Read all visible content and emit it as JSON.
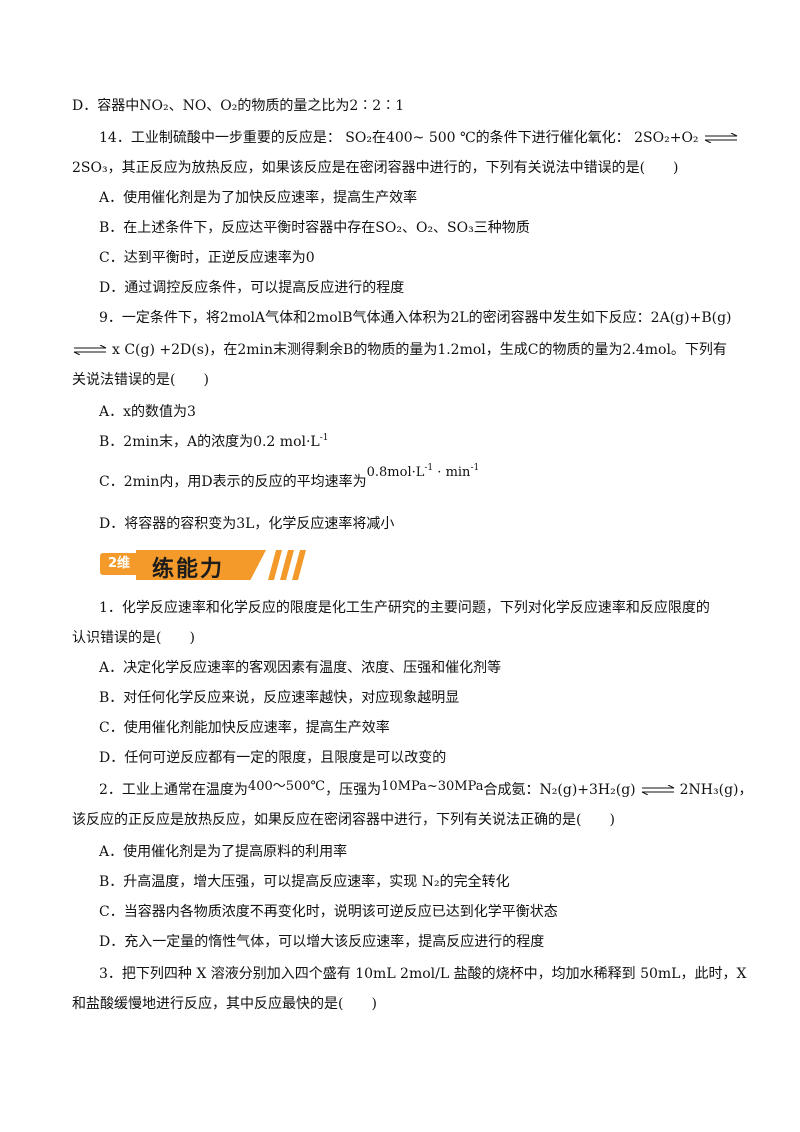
{
  "items": {
    "q13d": "D．容器中NO₂、NO、O₂的物质的量之比为2∶2∶1",
    "q14_a": "14．工业制硫酸中一步重要的反应是：  SO₂在400~ 500 ℃的条件下进行催化氧化：  2SO₂+O₂",
    "q14_b": "2SO₃，其正反应为放热反应，如果该反应是在密闭容器中进行的，下列有关说法中错误的是(　　)",
    "q14A": "A．使用催化剂是为了加快反应速率，提高生产效率",
    "q14B": "B．在上述条件下，反应达平衡时容器中存在SO₂、O₂、SO₃三种物质",
    "q14C": "C．达到平衡时，正逆反应速率为0",
    "q14D": "D．通过调控反应条件，可以提高反应进行的程度",
    "q9_a": "9．一定条件下，将2molA气体和2molB气体通入体积为2L的密闭容器中发生如下反应：2A(g)+B(g)",
    "q9_b": "x C(g) +2D(s)，在2min末测得剩余B的物质的量为1.2mol，生成C的物质的量为2.4mol。下列有",
    "q9_c": "关说法错误的是(　　)",
    "q9A": "A．x的数值为3",
    "q9B_text": "B．2min末，A的浓度为0.2 mol·L",
    "q9B_sup": "-1",
    "q9C_text": "C．2min内，用D表示的反应的平均速率为",
    "q9C_math": "0.8mol·L",
    "q9C_sup1": "-1",
    "q9C_mid": " · min",
    "q9C_sup2": "-1",
    "q9D": "D．将容器的容积变为3L，化学反应速率将减小",
    "p1_a": "1．化学反应速率和化学反应的限度是化工生产研究的主要问题，下列对化学反应速率和反应限度的",
    "p1_b": "认识错误的是(　　)",
    "p1A": "A．决定化学反应速率的客观因素有温度、浓度、压强和催化剂等",
    "p1B": "B．对任何化学反应来说，反应速率越快，对应现象越明显",
    "p1C": "C．使用催化剂能加快反应速率，提高生产效率",
    "p1D": "D．任何可逆反应都有一定的限度，且限度是可以改变的",
    "p2_a1": "2．工业上通常在温度为",
    "p2_temp": "400～500℃",
    "p2_a2": "，压强为",
    "p2_press": "10MPa~30MPa",
    "p2_a3": "合成氨：N₂(g)+3H₂(g)",
    "p2_a4": "2NH₃(g)，",
    "p2_b": "该反应的正反应是放热反应，如果反应在密闭容器中进行，下列有关说法正确的是(　　)",
    "p2A": "A．使用催化剂是为了提高原料的利用率",
    "p2B": "B．升高温度，增大压强，可以提高反应速率，实现 N₂的完全转化",
    "p2C": "C．当容器内各物质浓度不再变化时，说明该可逆反应已达到化学平衡状态",
    "p2D": "D．充入一定量的惰性气体，可以增大该反应速率，提高反应进行的程度",
    "p3_a": "3．把下列四种 X 溶液分别加入四个盛有 10mL 2mol/L 盐酸的烧杯中，均加水稀释到 50mL，此时，X",
    "p3_b": "和盐酸缓慢地进行反应，其中反应最快的是(　　)"
  },
  "section": {
    "tag": "2维",
    "title": "练能力",
    "color": "#f39a2a"
  }
}
